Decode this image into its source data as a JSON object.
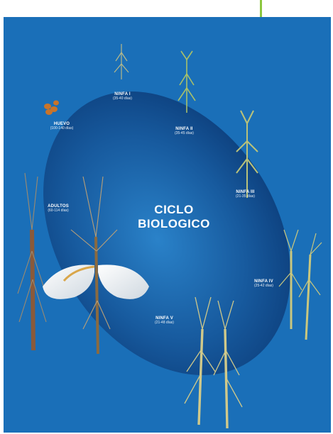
{
  "diagram": {
    "center_title_line1": "CICLO",
    "center_title_line2": "BIOLOGICO",
    "stages": {
      "huevo": {
        "name": "HUEVO",
        "days": "(100-140 días)"
      },
      "ninfa1": {
        "name": "NINFA I",
        "days": "(35-40 días)"
      },
      "ninfa2": {
        "name": "NINFA II",
        "days": "(35-45 días)"
      },
      "ninfa3": {
        "name": "NINFA III",
        "days": "(21-35 días)"
      },
      "ninfa4": {
        "name": "NINFA IV",
        "days": "(25-42 días)"
      },
      "ninfa5": {
        "name": "NINFA V",
        "days": "(21-48 días)"
      },
      "adultos": {
        "name": "ADULTOS",
        "days": "(60-114 días)"
      }
    }
  },
  "colors": {
    "background": "#1a6fb8",
    "ellipse_center": "#2a82c9",
    "ellipse_edge": "#0c3d7a",
    "accent_bar": "#8cc63f"
  }
}
